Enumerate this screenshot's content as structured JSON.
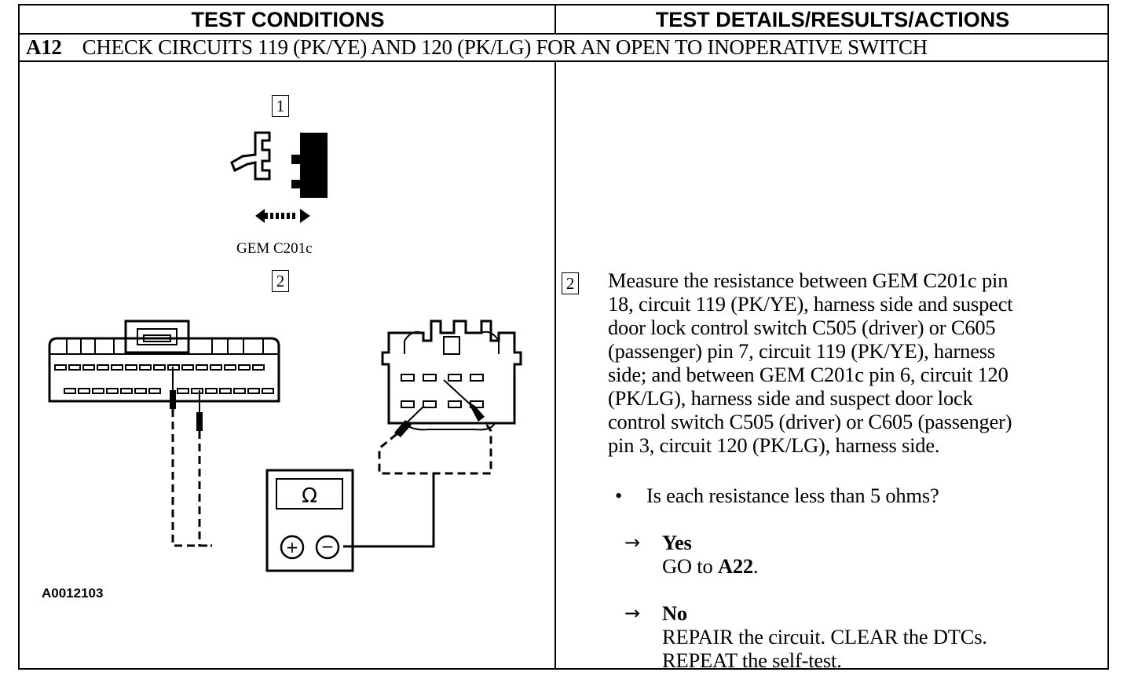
{
  "header": {
    "left": "TEST CONDITIONS",
    "right": "TEST DETAILS/RESULTS/ACTIONS"
  },
  "test": {
    "code": "A12",
    "title": "CHECK CIRCUITS 119 (PK/YE) AND 120 (PK/LG) FOR AN OPEN TO INOPERATIVE SWITCH"
  },
  "conditions": {
    "step1": "1",
    "step2": "2",
    "connector_label": "GEM C201c",
    "meter_symbol": "Ω",
    "plus_symbol": "+",
    "minus_symbol": "−",
    "figure_id": "A0012103"
  },
  "details": {
    "step": "2",
    "lines": [
      "Measure the resistance between GEM C201c pin",
      "18, circuit 119 (PK/YE), harness side and suspect",
      "door lock control switch C505 (driver) or C605",
      "(passenger) pin 7, circuit 119 (PK/YE), harness",
      "side; and between GEM C201c pin 6, circuit 120",
      "(PK/LG), harness side and suspect door lock",
      "control switch C505 (driver) or C605 (passenger)",
      "pin 3, circuit 120 (PK/LG), harness side."
    ],
    "bullet_symbol": "•",
    "question": "Is each resistance less than 5 ohms?",
    "arrow_symbol": "→",
    "yes": {
      "label": "Yes",
      "action_prefix": "GO to ",
      "action_target": "A22",
      "action_suffix": "."
    },
    "no": {
      "label": "No",
      "action_line1": "REPAIR the circuit. CLEAR the DTCs.",
      "action_line2": "REPEAT the self-test."
    }
  }
}
